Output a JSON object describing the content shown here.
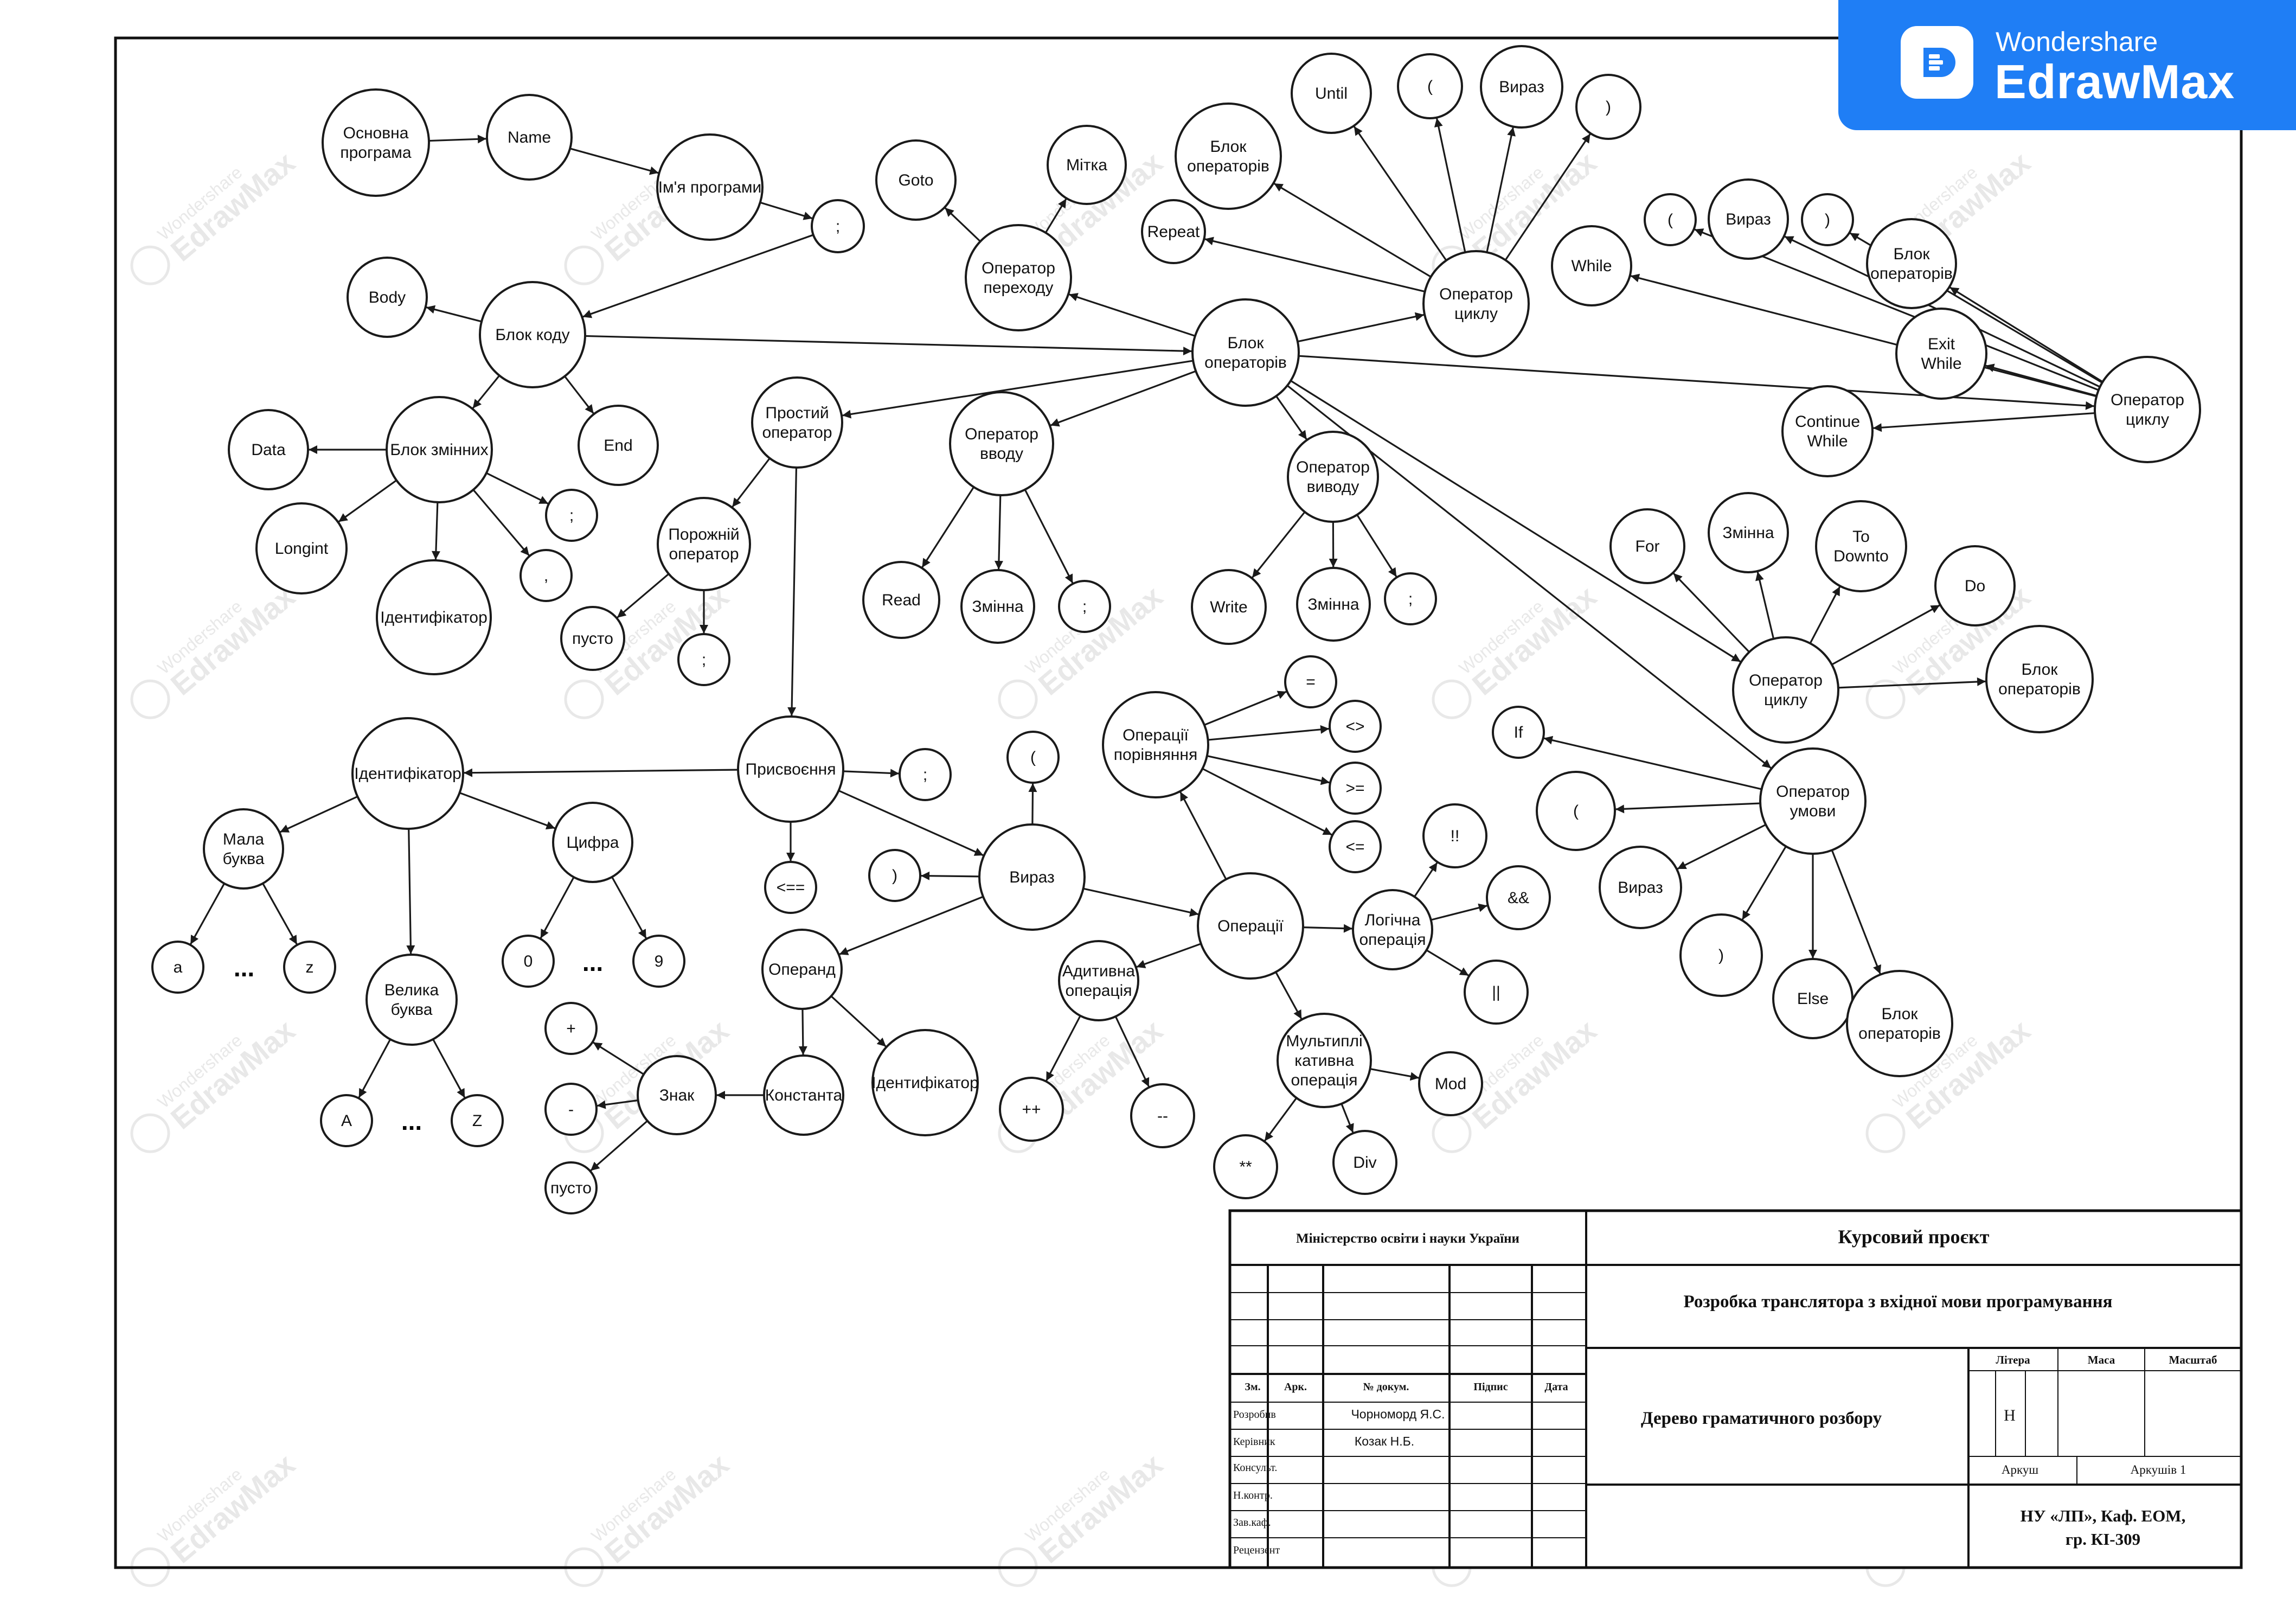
{
  "brand": {
    "line1": "Wondershare",
    "line2": "EdrawMax",
    "color": "#1f7ef5"
  },
  "watermark": {
    "line1": "Wondershare",
    "line2": "EdrawMax"
  },
  "nodes": [
    {
      "id": "osnovna",
      "lines": [
        "Основна",
        "програма"
      ]
    },
    {
      "id": "name",
      "lines": [
        "Name"
      ]
    },
    {
      "id": "imya",
      "lines": [
        "Ім'я програми"
      ]
    },
    {
      "id": "semi1",
      "lines": [
        ";"
      ]
    },
    {
      "id": "body",
      "lines": [
        "Body"
      ]
    },
    {
      "id": "blokkodu",
      "lines": [
        "Блок коду"
      ]
    },
    {
      "id": "end",
      "lines": [
        "End"
      ]
    },
    {
      "id": "blokzm",
      "lines": [
        "Блок змінних"
      ]
    },
    {
      "id": "data",
      "lines": [
        "Data"
      ]
    },
    {
      "id": "longint",
      "lines": [
        "Longint"
      ]
    },
    {
      "id": "ident1",
      "lines": [
        "Ідентифікатор"
      ]
    },
    {
      "id": "comma1",
      "lines": [
        ","
      ]
    },
    {
      "id": "semi2",
      "lines": [
        ";"
      ]
    },
    {
      "id": "prostyi",
      "lines": [
        "Простий",
        "оператор"
      ]
    },
    {
      "id": "porozhnii",
      "lines": [
        "Порожній",
        "оператор"
      ]
    },
    {
      "id": "pusto1",
      "lines": [
        "пусто"
      ]
    },
    {
      "id": "semi3",
      "lines": [
        ";"
      ]
    },
    {
      "id": "opvvodu",
      "lines": [
        "Оператор",
        "вводу"
      ]
    },
    {
      "id": "read",
      "lines": [
        "Read"
      ]
    },
    {
      "id": "zminna1",
      "lines": [
        "Змінна"
      ]
    },
    {
      "id": "semi4",
      "lines": [
        ";"
      ]
    },
    {
      "id": "goto",
      "lines": [
        "Goto"
      ]
    },
    {
      "id": "mitka",
      "lines": [
        "Мітка"
      ]
    },
    {
      "id": "opperekhodu",
      "lines": [
        "Оператор",
        "переходу"
      ]
    },
    {
      "id": "blokop1",
      "lines": [
        "Блок",
        "операторів"
      ]
    },
    {
      "id": "blokop2",
      "lines": [
        "Блок",
        "операторів"
      ]
    },
    {
      "id": "repeat",
      "lines": [
        "Repeat"
      ]
    },
    {
      "id": "until",
      "lines": [
        "Until"
      ]
    },
    {
      "id": "lpar1",
      "lines": [
        "("
      ]
    },
    {
      "id": "vyraz1",
      "lines": [
        "Вираз"
      ]
    },
    {
      "id": "rpar1",
      "lines": [
        ")"
      ]
    },
    {
      "id": "opcyklu1",
      "lines": [
        "Оператор",
        "циклу"
      ]
    },
    {
      "id": "while",
      "lines": [
        "While"
      ]
    },
    {
      "id": "lpar2",
      "lines": [
        "("
      ]
    },
    {
      "id": "vyraz2",
      "lines": [
        "Вираз"
      ]
    },
    {
      "id": "rpar2",
      "lines": [
        ")"
      ]
    },
    {
      "id": "blokop3",
      "lines": [
        "Блок",
        "операторів"
      ]
    },
    {
      "id": "exitwhile",
      "lines": [
        "Exit",
        "While"
      ]
    },
    {
      "id": "contwhile",
      "lines": [
        "Continue",
        "While"
      ]
    },
    {
      "id": "opcyklu2",
      "lines": [
        "Оператор",
        "циклу"
      ]
    },
    {
      "id": "opvyvodu",
      "lines": [
        "Оператор",
        "виводу"
      ]
    },
    {
      "id": "write",
      "lines": [
        "Write"
      ]
    },
    {
      "id": "zminna2",
      "lines": [
        "Змінна"
      ]
    },
    {
      "id": "semi5",
      "lines": [
        ";"
      ]
    },
    {
      "id": "for",
      "lines": [
        "For"
      ]
    },
    {
      "id": "zminna3",
      "lines": [
        "Змінна"
      ]
    },
    {
      "id": "todownto",
      "lines": [
        "To",
        "Downto"
      ]
    },
    {
      "id": "do",
      "lines": [
        "Do"
      ]
    },
    {
      "id": "blokop4",
      "lines": [
        "Блок",
        "операторів"
      ]
    },
    {
      "id": "opcyklu3",
      "lines": [
        "Оператор",
        "циклу"
      ]
    },
    {
      "id": "if",
      "lines": [
        "If"
      ]
    },
    {
      "id": "lpar3",
      "lines": [
        "("
      ]
    },
    {
      "id": "vyraz3",
      "lines": [
        "Вираз"
      ]
    },
    {
      "id": "rpar3",
      "lines": [
        ")"
      ]
    },
    {
      "id": "else",
      "lines": [
        "Else"
      ]
    },
    {
      "id": "blokop5",
      "lines": [
        "Блок",
        "операторів"
      ]
    },
    {
      "id": "opumovy",
      "lines": [
        "Оператор",
        "умови"
      ]
    },
    {
      "id": "ident2",
      "lines": [
        "Ідентифікатор"
      ]
    },
    {
      "id": "prysv",
      "lines": [
        "Присвоєння"
      ]
    },
    {
      "id": "semi6",
      "lines": [
        ";"
      ]
    },
    {
      "id": "assignop",
      "lines": [
        "<=="
      ]
    },
    {
      "id": "malabukva",
      "lines": [
        "Мала",
        "буква"
      ]
    },
    {
      "id": "a",
      "lines": [
        "a"
      ]
    },
    {
      "id": "z",
      "lines": [
        "z"
      ]
    },
    {
      "id": "velyka",
      "lines": [
        "Велика",
        "буква"
      ]
    },
    {
      "id": "A",
      "lines": [
        "A"
      ]
    },
    {
      "id": "Z",
      "lines": [
        "Z"
      ]
    },
    {
      "id": "cyfra",
      "lines": [
        "Цифра"
      ]
    },
    {
      "id": "zero",
      "lines": [
        "0"
      ]
    },
    {
      "id": "nine",
      "lines": [
        "9"
      ]
    },
    {
      "id": "lpar4",
      "lines": [
        "("
      ]
    },
    {
      "id": "rpar4",
      "lines": [
        ")"
      ]
    },
    {
      "id": "vyraz4",
      "lines": [
        "Вираз"
      ]
    },
    {
      "id": "operand",
      "lines": [
        "Операнд"
      ]
    },
    {
      "id": "konstanta",
      "lines": [
        "Константа"
      ]
    },
    {
      "id": "ident3",
      "lines": [
        "Ідентифікатор"
      ]
    },
    {
      "id": "znak",
      "lines": [
        "Знак"
      ]
    },
    {
      "id": "plus",
      "lines": [
        "+"
      ]
    },
    {
      "id": "minus",
      "lines": [
        "-"
      ]
    },
    {
      "id": "pusto2",
      "lines": [
        "пусто"
      ]
    },
    {
      "id": "operacii",
      "lines": [
        "Операції"
      ]
    },
    {
      "id": "oppor",
      "lines": [
        "Операції",
        "порівняння"
      ]
    },
    {
      "id": "eq",
      "lines": [
        "="
      ]
    },
    {
      "id": "neq",
      "lines": [
        "<>"
      ]
    },
    {
      "id": "ge",
      "lines": [
        ">="
      ]
    },
    {
      "id": "le",
      "lines": [
        "<="
      ]
    },
    {
      "id": "logichna",
      "lines": [
        "Логічна",
        "операція"
      ]
    },
    {
      "id": "not",
      "lines": [
        "!!"
      ]
    },
    {
      "id": "and",
      "lines": [
        "&&"
      ]
    },
    {
      "id": "or",
      "lines": [
        "||"
      ]
    },
    {
      "id": "adytyvna",
      "lines": [
        "Адитивна",
        "операція"
      ]
    },
    {
      "id": "inc",
      "lines": [
        "++"
      ]
    },
    {
      "id": "dec",
      "lines": [
        "--"
      ]
    },
    {
      "id": "multi",
      "lines": [
        "Мультиплі",
        "кативна",
        "операція"
      ]
    },
    {
      "id": "pow",
      "lines": [
        "**"
      ]
    },
    {
      "id": "div",
      "lines": [
        "Div"
      ]
    },
    {
      "id": "mod",
      "lines": [
        "Mod"
      ]
    }
  ],
  "ellipses": [
    "...",
    "...",
    "..."
  ],
  "title_block": {
    "ministry": "Міністерство освіти і науки України",
    "course_project": "Курсовий проєкт",
    "topic": "Розробка транслятора з вхідної мови програмування",
    "drawing_title": "Дерево граматичного розбору",
    "col_zm": "Зм.",
    "col_ark": "Арк.",
    "col_doc": "№ докум.",
    "col_sign": "Підпис",
    "col_date": "Дата",
    "row_developed": "Розробив",
    "row_supervisor": "Керівник",
    "row_consult": "Консульт.",
    "row_ncontrol": "Н.контр.",
    "row_head": "Зав.каф.",
    "row_reviewer": "Рецензент",
    "developer_name": "Чорноморд Я.С.",
    "supervisor_name": "Козак Н.Б.",
    "litera_label": "Літера",
    "mass_label": "Маса",
    "scale_label": "Масштаб",
    "litera_value": "Н",
    "sheet_label": "Аркуш",
    "sheets_label": "Аркушів 1",
    "org_line1": "НУ «ЛП», Каф. ЕОМ,",
    "org_line2": "гр. КІ-309"
  }
}
